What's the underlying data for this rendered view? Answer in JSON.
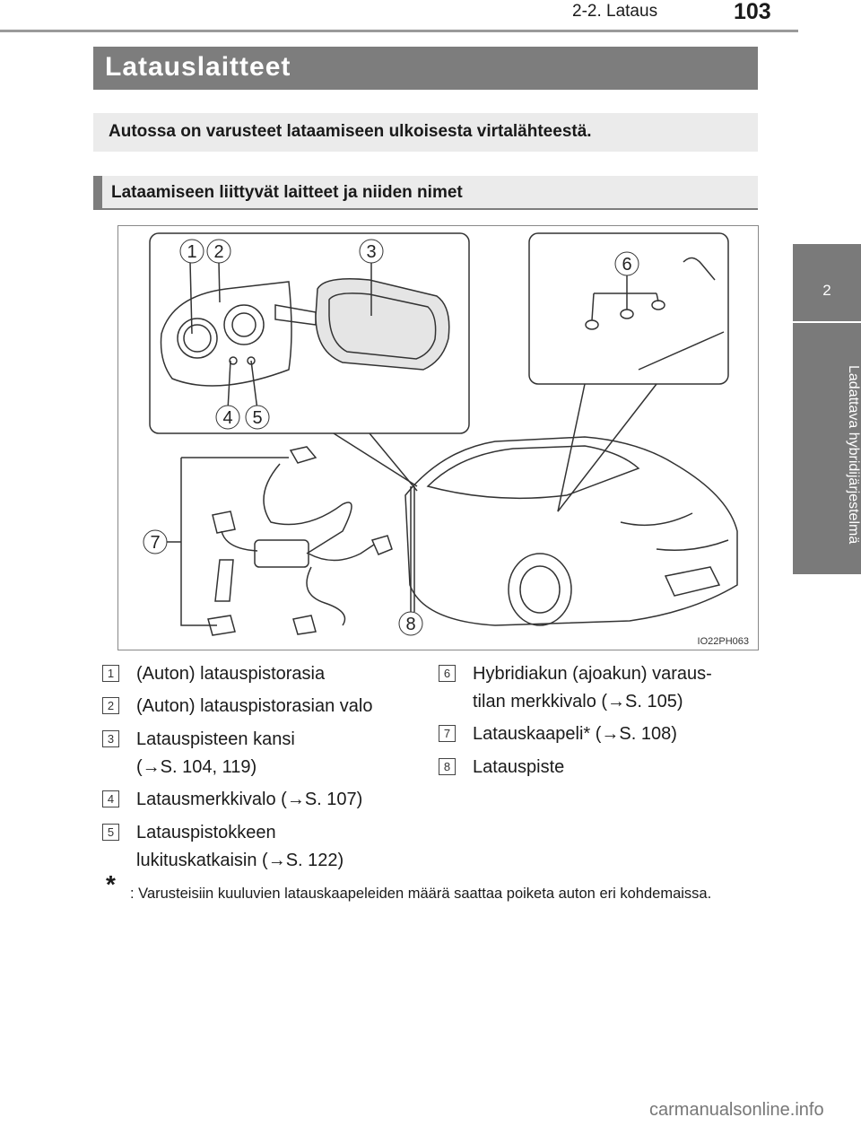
{
  "header": {
    "section": "2-2. Lataus",
    "page_number": "103"
  },
  "side_tab": {
    "chapter_number": "2",
    "chapter_title": "Ladattava hybridijärjestelmä"
  },
  "title": "Latauslaitteet",
  "intro": "Autossa on varusteet lataamiseen ulkoisesta virtalähteestä.",
  "subheading": "Lataamiseen liittyvät laitteet ja niiden nimet",
  "figure": {
    "code": "IO22PH063",
    "callouts": [
      "1",
      "2",
      "3",
      "4",
      "5",
      "6",
      "7",
      "8"
    ]
  },
  "legend": {
    "left": [
      {
        "num": "1",
        "lines": [
          "(Auton) latauspistorasia"
        ]
      },
      {
        "num": "2",
        "lines": [
          "(Auton) latauspistorasian valo"
        ]
      },
      {
        "num": "3",
        "lines": [
          "Latauspisteen kansi",
          "(→S. 104, 119)"
        ]
      },
      {
        "num": "4",
        "lines": [
          "Latausmerkkivalo (→S. 107)"
        ]
      },
      {
        "num": "5",
        "lines": [
          "Latauspistokkeen",
          "lukituskatkaisin (→S. 122)"
        ]
      }
    ],
    "right": [
      {
        "num": "6",
        "lines": [
          "Hybridiakun (ajoakun) varaus-",
          "tilan merkkivalo (→S. 105)"
        ]
      },
      {
        "num": "7",
        "lines": [
          "Latauskaapeli* (→S. 108)"
        ]
      },
      {
        "num": "8",
        "lines": [
          "Latauspiste"
        ]
      }
    ]
  },
  "footnote": {
    "star": "*",
    "text": ": Varusteisiin kuuluvien latauskaapeleiden määrä saattaa poiketa auton eri kohdemaissa."
  },
  "watermark": "carmanualsonline.info"
}
